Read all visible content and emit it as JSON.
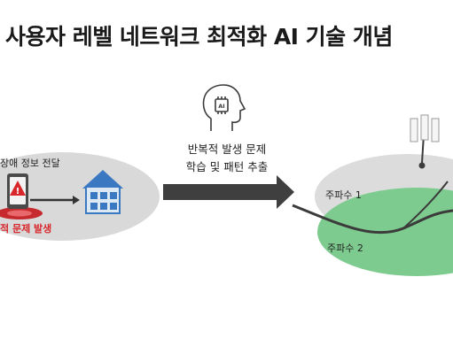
{
  "title": "사용자 레벨 네트워크 최적화 AI 기술 개념",
  "left_panel": {
    "info_label": "장애 정보 전달",
    "problem_label": "적 문제 발생",
    "phone_alert_symbol": "!",
    "house_icon": "house-icon",
    "phone_icon": "smartphone-alert-icon"
  },
  "center": {
    "ai_icon": "ai-head-icon",
    "ai_chip_text": "AI",
    "caption_line1": "반복적 발생 문제",
    "caption_line2": "학습 및 패턴 추출",
    "arrow_icon": "arrow-right-icon"
  },
  "right_panel": {
    "freq1_label": "주파수 1",
    "freq2_label": "주파수 2",
    "tower_icon": "cell-tower-icon"
  },
  "colors": {
    "left_ellipse": "#d9d9d9",
    "right_ellipse": "#dcdcdc",
    "green_ellipse": "#7ecb8f",
    "arrow": "#3f3f3f",
    "alert_red": "#d9262b",
    "house_blue": "#3a78c2"
  }
}
